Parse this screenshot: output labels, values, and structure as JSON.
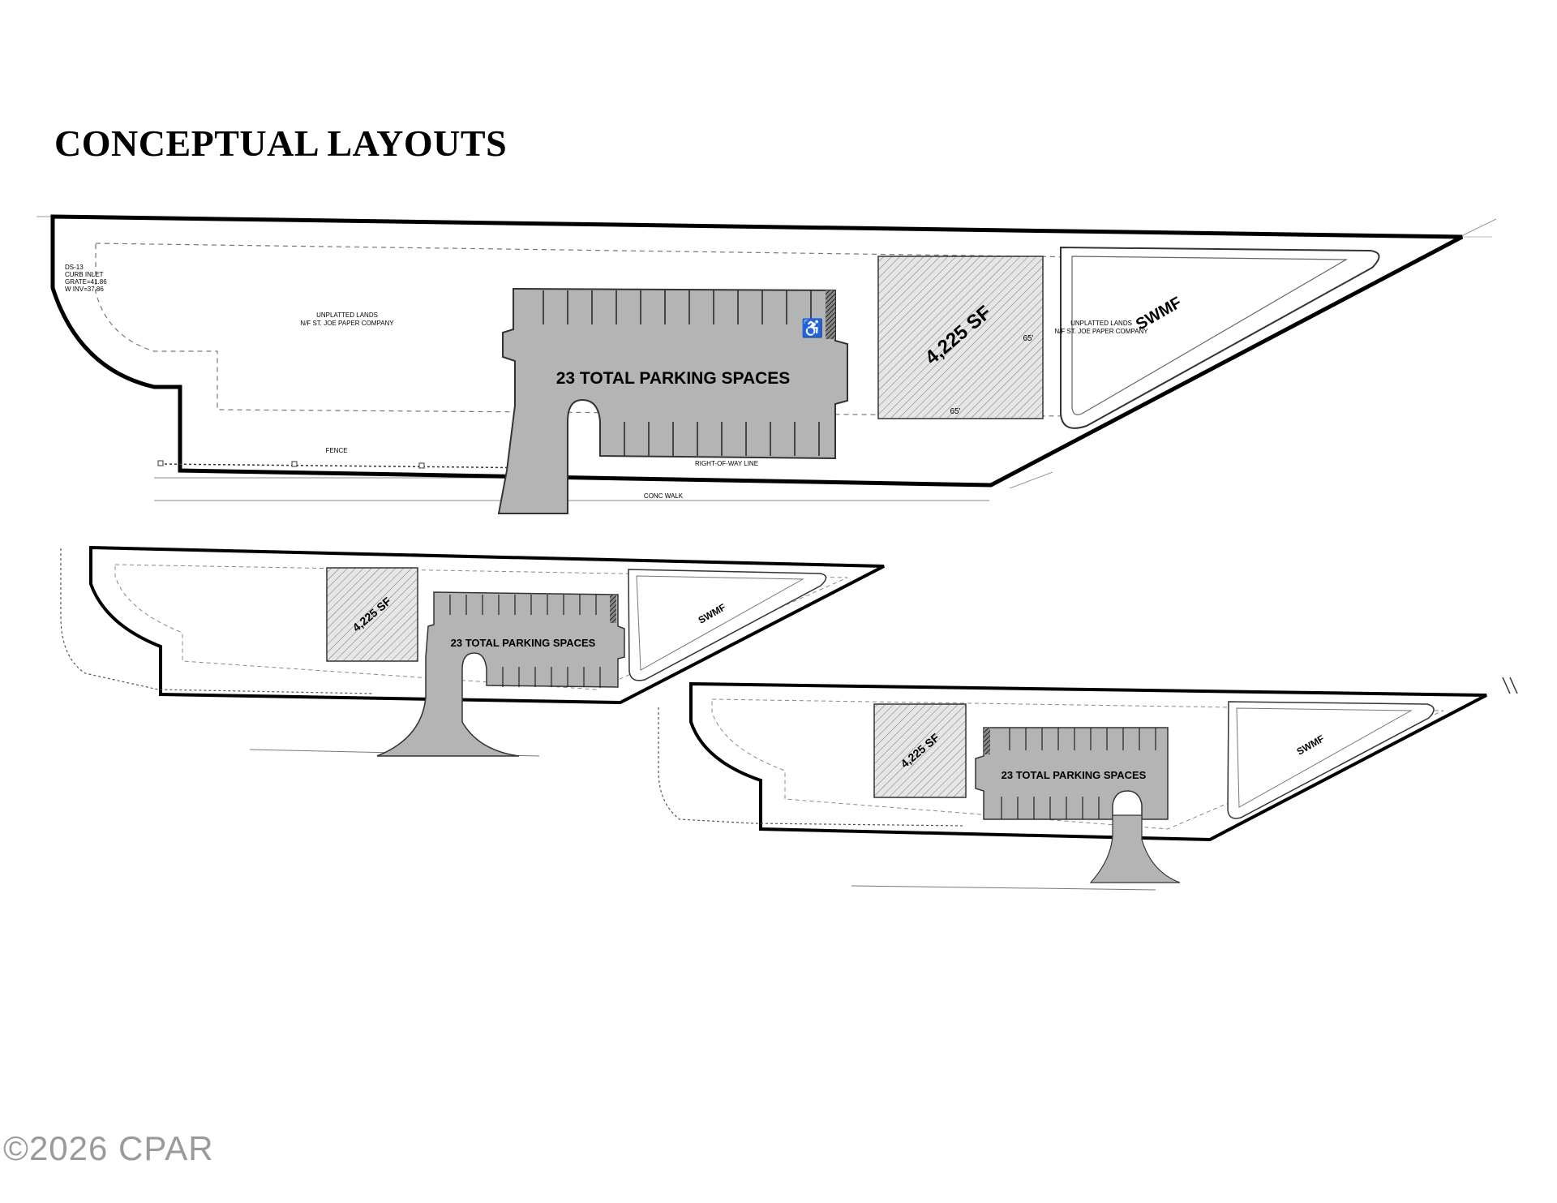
{
  "title": "CONCEPTUAL LAYOUTS",
  "copyright": "©2026 CPAR",
  "colors": {
    "paving": "#b4b4b4",
    "building_hatch": "#cfcfcf",
    "boundary": "#000000"
  },
  "icons": [
    "accessible-parking-icon"
  ],
  "plan_main": {
    "parking_label": "23 TOTAL PARKING SPACES",
    "building_label": "4,225 SF",
    "pond_label": "SWMF",
    "unplatted_left_1": "UNPLATTED LANDS",
    "unplatted_left_2": "N/F ST. JOE PAPER COMPANY",
    "unplatted_right_1": "UNPLATTED LANDS",
    "unplatted_right_2": "N/F ST. JOE PAPER COMPANY",
    "fence_label": "FENCE",
    "row_label": "RIGHT-OF-WAY LINE",
    "walk_label": "CONC WALK",
    "inlet_1": "DS-13",
    "inlet_2": "CURB INLET",
    "inlet_3": "GRATE=41.86",
    "inlet_4": "W INV=37.86",
    "dim_1": "65'",
    "dim_2": "65'"
  },
  "plan_option_b": {
    "parking_label": "23 TOTAL PARKING SPACES",
    "building_label": "4,225 SF",
    "pond_label": "SWMF"
  },
  "plan_option_c": {
    "parking_label": "23 TOTAL PARKING SPACES",
    "building_label": "4,225 SF",
    "pond_label": "SWMF"
  }
}
